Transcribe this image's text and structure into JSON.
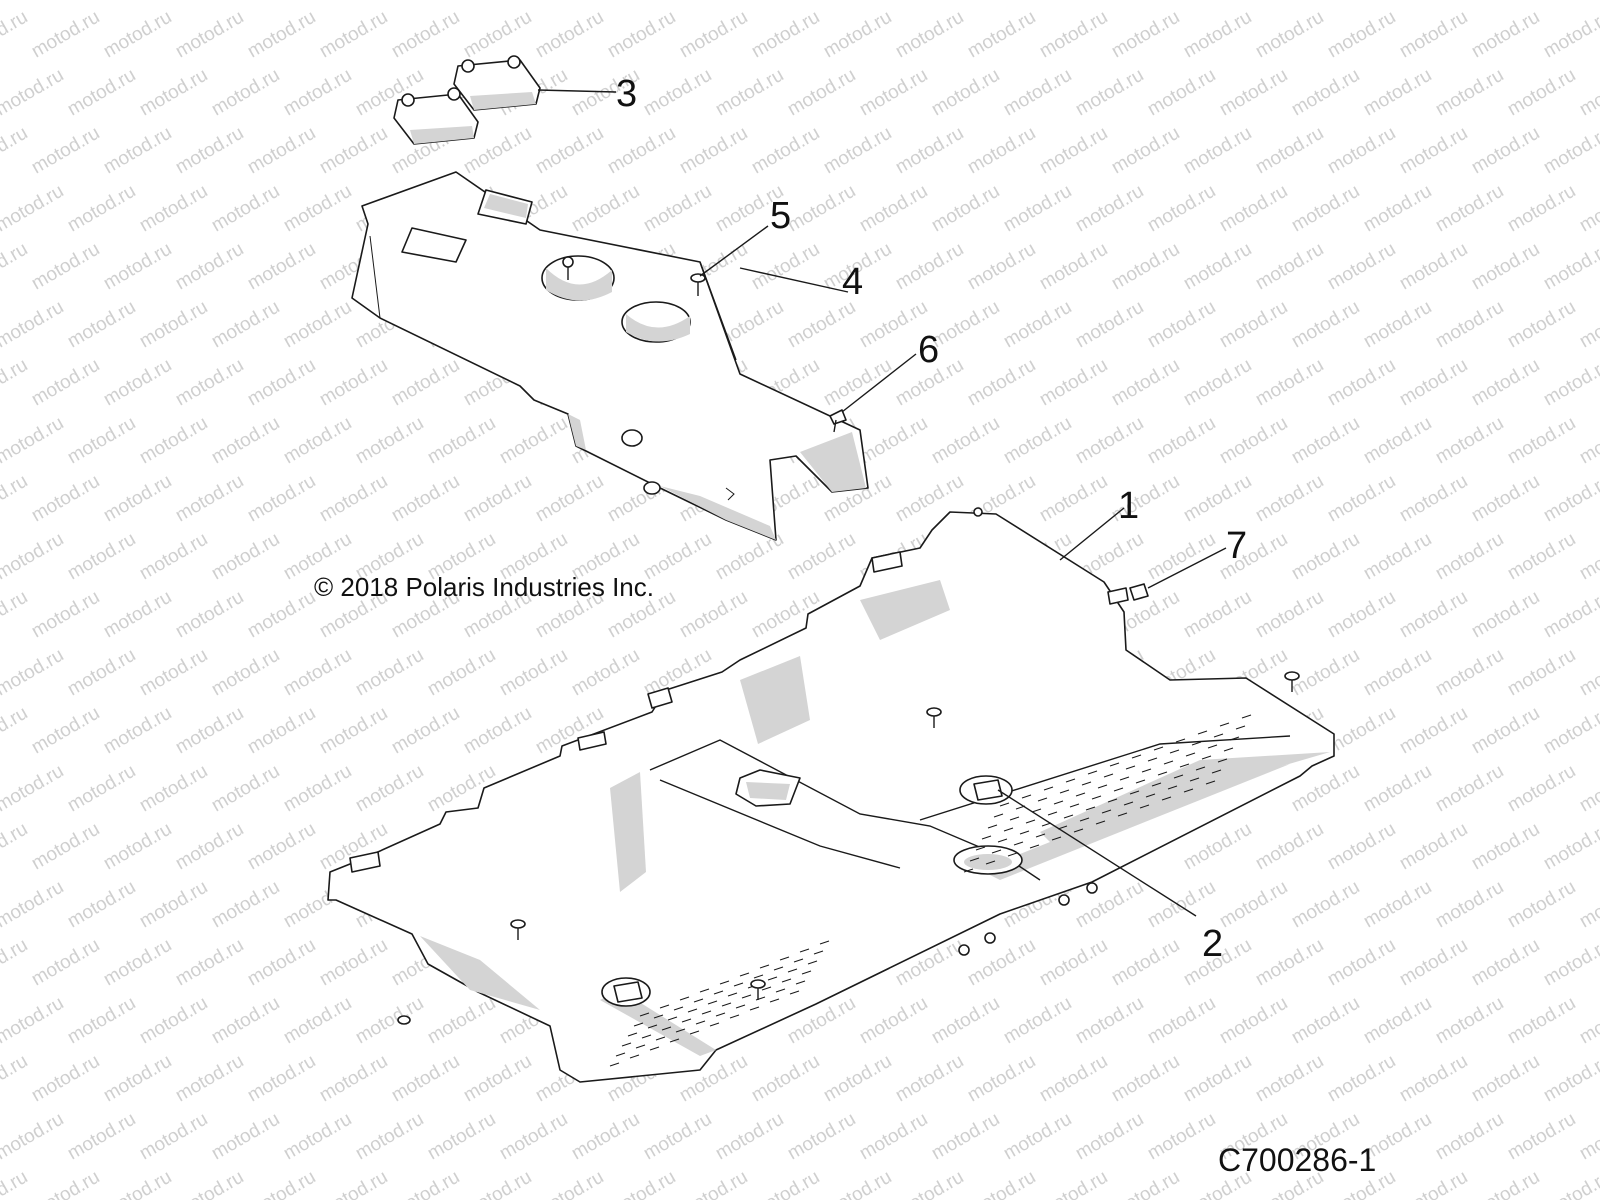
{
  "watermark": {
    "text": "motod.ru"
  },
  "copyright": "© 2018 Polaris Industries Inc.",
  "figure_ref": "C700286-1",
  "callouts": [
    {
      "number": "1",
      "part": "floor-panel"
    },
    {
      "number": "2",
      "part": "floor-fastener-latch"
    },
    {
      "number": "3",
      "part": "storage-bin-lids"
    },
    {
      "number": "4",
      "part": "console-panel"
    },
    {
      "number": "5",
      "part": "screw"
    },
    {
      "number": "6",
      "part": "push-rivet"
    },
    {
      "number": "7",
      "part": "clip-nut"
    }
  ]
}
